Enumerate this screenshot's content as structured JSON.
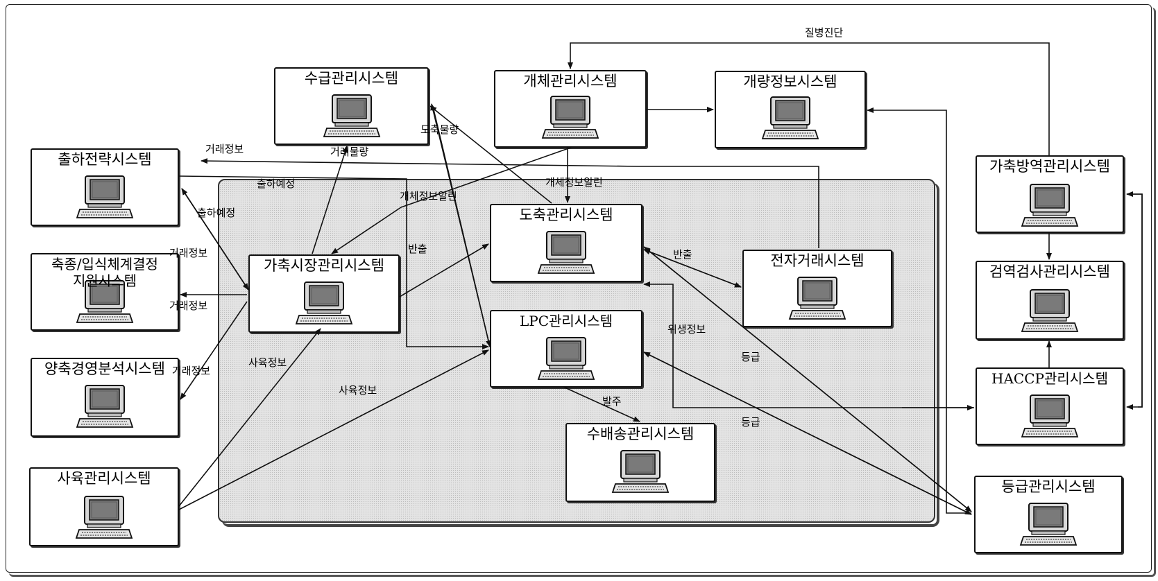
{
  "nodes": {
    "supply": "수급관리시스템",
    "entity": "개체관리시스템",
    "breeding": "개량정보시스템",
    "shipping_strategy": "출하전략시스템",
    "quarantine": "가축방역관리시스템",
    "breed_decision": "축종/입식체계결정지원시스템",
    "market": "가축시장관리시스템",
    "slaughter": "도축관리시스템",
    "ecommerce": "전자거래시스템",
    "inspection": "검역검사관리시스템",
    "farm_analysis": "양축경영분석시스템",
    "lpc": "LPC관리시스템",
    "haccp": "HACCP관리시스템",
    "delivery": "수배송관리시스템",
    "husbandry": "사육관리시스템",
    "grading": "등급관리시스템"
  },
  "edge_labels": {
    "disease_diagnosis": "질병진단",
    "trade_info_top": "거래정보",
    "trade_volume": "거래물량",
    "slaughter_volume": "도축물량",
    "shipping_plan_top": "출하예정",
    "entity_info_notice_1": "개체정보알린",
    "entity_info_notice_2": "개체정보알린",
    "shipping_plan_left": "출하예정",
    "trade_info_1": "거래정보",
    "trade_info_2": "거래정보",
    "trade_info_3": "거래정보",
    "release_1": "반출",
    "release_2": "반출",
    "hygiene_info": "위생정보",
    "grade_1": "등급",
    "grade_2": "등급",
    "husbandry_info_1": "사육정보",
    "husbandry_info_2": "사육정보",
    "order": "발주"
  },
  "colors": {
    "line": "#111111",
    "zone": "#e4e4e4",
    "screen": "#7a7a7a"
  }
}
